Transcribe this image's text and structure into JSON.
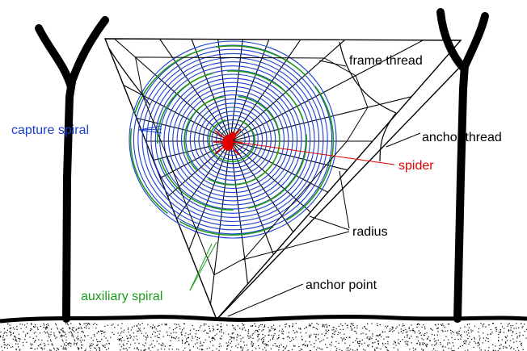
{
  "labels": {
    "frame_thread": "frame thread",
    "anchor_thread": "anchor thread",
    "capture_spiral": "capture spiral",
    "spider": "spider",
    "radius": "radius",
    "auxiliary_spiral": "auxiliary spiral",
    "anchor_point": "anchor point"
  },
  "colors": {
    "background": "#ffffff",
    "ink": "#000000",
    "capture_spiral": "#1a3fd0",
    "auxiliary_spiral": "#1e9a1e",
    "spider": "#e00000",
    "ground": "#000000"
  }
}
